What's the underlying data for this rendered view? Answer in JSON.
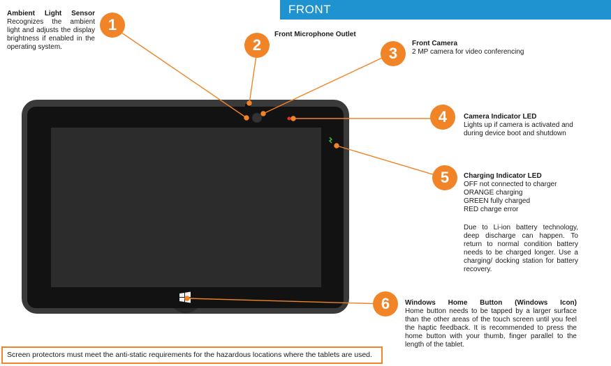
{
  "header": {
    "title": "FRONT"
  },
  "callouts": [
    {
      "number": "1",
      "title": "Ambient Light Sensor",
      "text": "Recognizes the ambient light and adjusts the display brightness if enabled in the operating system."
    },
    {
      "number": "2",
      "title": "Front Microphone Outlet"
    },
    {
      "number": "3",
      "title": "Front Camera",
      "text": "2 MP camera for video conferencing"
    },
    {
      "number": "4",
      "title": "Camera Indicator LED",
      "lines": [
        "Lights up if camera is activated and",
        "during device boot and shutdown"
      ]
    },
    {
      "number": "5",
      "title": "Charging Indicator LED",
      "lines": [
        "OFF not connected to charger",
        "ORANGE charging",
        "GREEN fully charged",
        "RED charge error"
      ],
      "note": "Due to Li-ion battery technology, deep discharge can happen. To return to normal condition battery needs to be charged longer. Use a charging/ docking station for battery recovery."
    },
    {
      "number": "6",
      "title": "Windows Home Button (Windows Icon)",
      "text": "Home button needs to be tapped by a larger surface than the other areas of the touch screen until you feel the haptic feedback. It is recommended to press the home button with your thumb, finger parallel to the length of the tablet."
    }
  ],
  "footer_note": "Screen protectors must meet the anti-static requirements for the hazardous locations where the tablets are used.",
  "colors": {
    "accent": "#f08426",
    "header": "#1e93cf",
    "device": "#2b2b2b"
  }
}
